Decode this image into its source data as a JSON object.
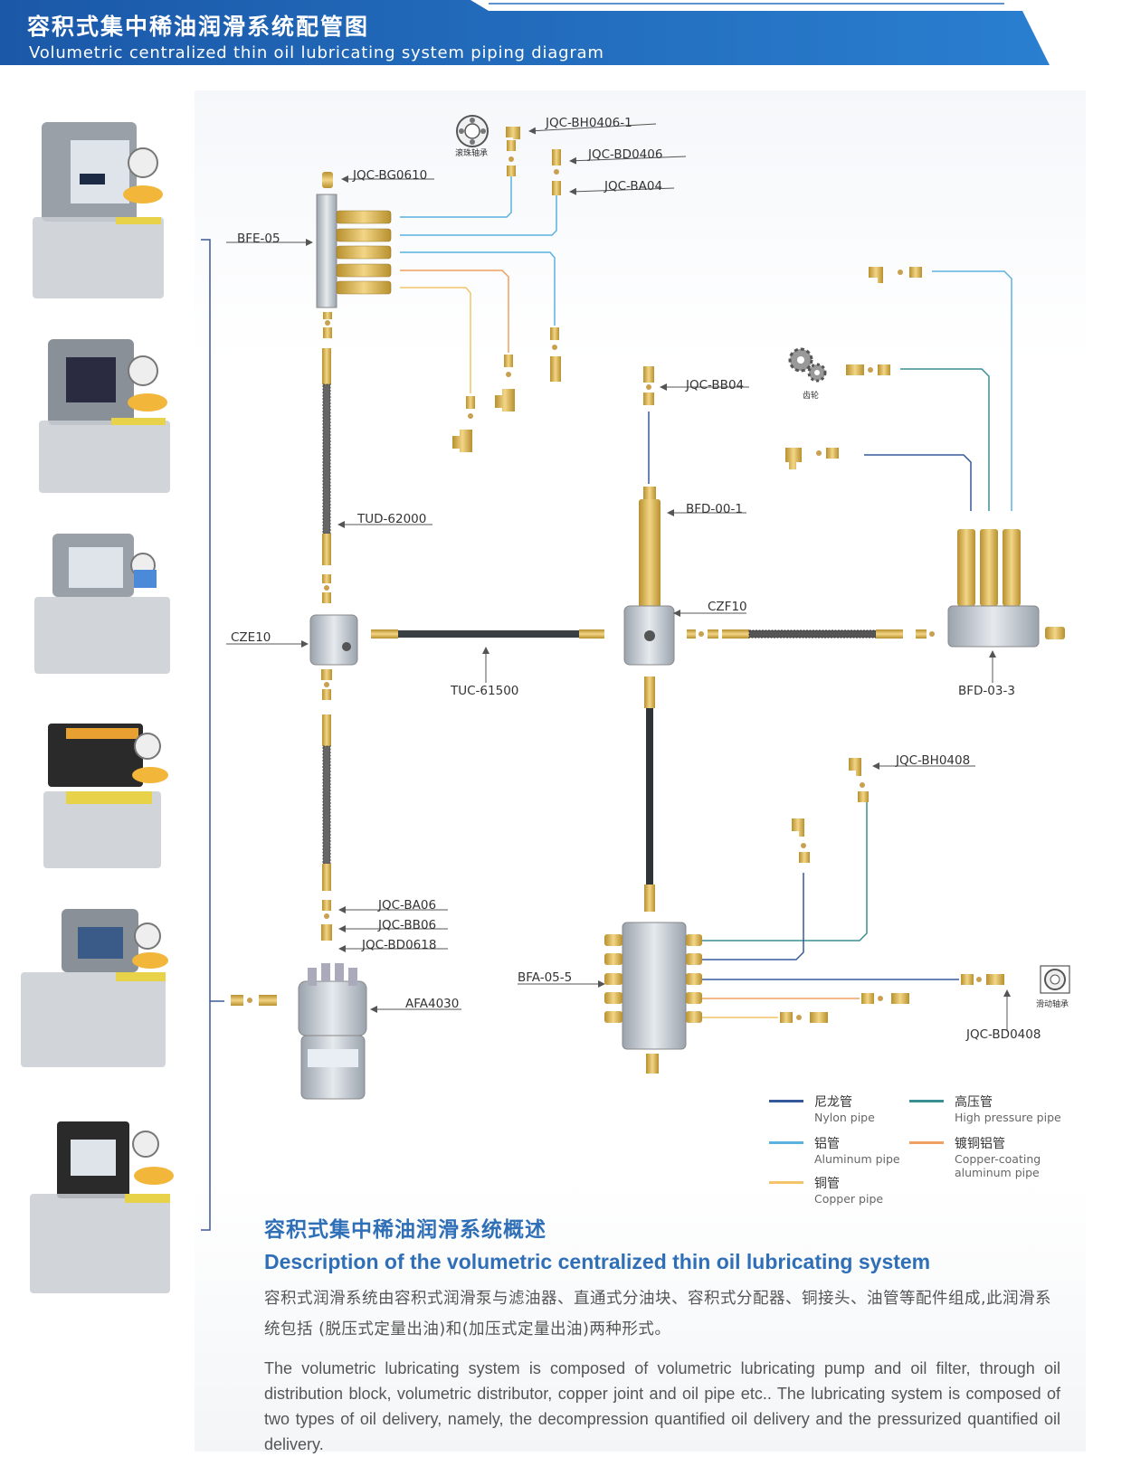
{
  "header": {
    "title_zh": "容积式集中稀油润滑系统配管图",
    "title_en": "Volumetric centralized thin oil lubricating system piping diagram"
  },
  "colors": {
    "header_blue": "#1f5fb0",
    "nylon": "#35589a",
    "high_pressure": "#3a8f93",
    "aluminum": "#5bb2df",
    "copper_coating": "#f0a060",
    "copper": "#f3c46a"
  },
  "labels": {
    "jqc_bh0406_1": "JQC-BH0406-1",
    "ball_bearing_zh": "滚珠轴承",
    "jqc_bd0406": "JQC-BD0406",
    "jqc_ba04": "JQC-BA04",
    "jqc_bg0610": "JQC-BG0610",
    "bfe_05": "BFE-05",
    "jqc_bb04": "JQC-BB04",
    "gear_zh": "齿轮",
    "bfd_00_1": "BFD-00-1",
    "tud_62000": "TUD-62000",
    "cze10": "CZE10",
    "czf10": "CZF10",
    "tuc_61500": "TUC-61500",
    "bfd_03_3": "BFD-03-3",
    "jqc_bh0408": "JQC-BH0408",
    "jqc_ba06": "JQC-BA06",
    "jqc_bb06": "JQC-BB06",
    "jqc_bd0618": "JQC-BD0618",
    "afa4030": "AFA4030",
    "bfa_05_5": "BFA-05-5",
    "sliding_bearing_zh": "滑动轴承",
    "jqc_bd0408": "JQC-BD0408"
  },
  "legend": [
    {
      "zh": "尼龙管",
      "en": "Nylon pipe",
      "color": "#35589a"
    },
    {
      "zh": "高压管",
      "en": "High pressure pipe",
      "color": "#3a8f93"
    },
    {
      "zh": "铝管",
      "en": "Aluminum pipe",
      "color": "#5bb2df"
    },
    {
      "zh": "镀铜铝管",
      "en": "Copper-coating aluminum pipe",
      "color": "#f0a060"
    },
    {
      "zh": "铜管",
      "en": "Copper pipe",
      "color": "#f3c46a"
    }
  ],
  "description": {
    "title_zh": "容积式集中稀油润滑系统概述",
    "title_en": "Description of the volumetric centralized thin oil lubricating system",
    "text_zh": "容积式润滑系统由容积式润滑泵与滤油器、直通式分油块、容积式分配器、铜接头、油管等配件组成,此润滑系统包括 (脱压式定量出油)和(加压式定量出油)两种形式。",
    "text_en": "The volumetric lubricating system is composed of volumetric lubricating pump and oil filter, through oil distribution block, volumetric distributor, copper joint and oil pipe etc.. The lubricating system is composed of two types of oil delivery, namely, the decompression quantified oil delivery and the pressurized quantified oil delivery."
  }
}
